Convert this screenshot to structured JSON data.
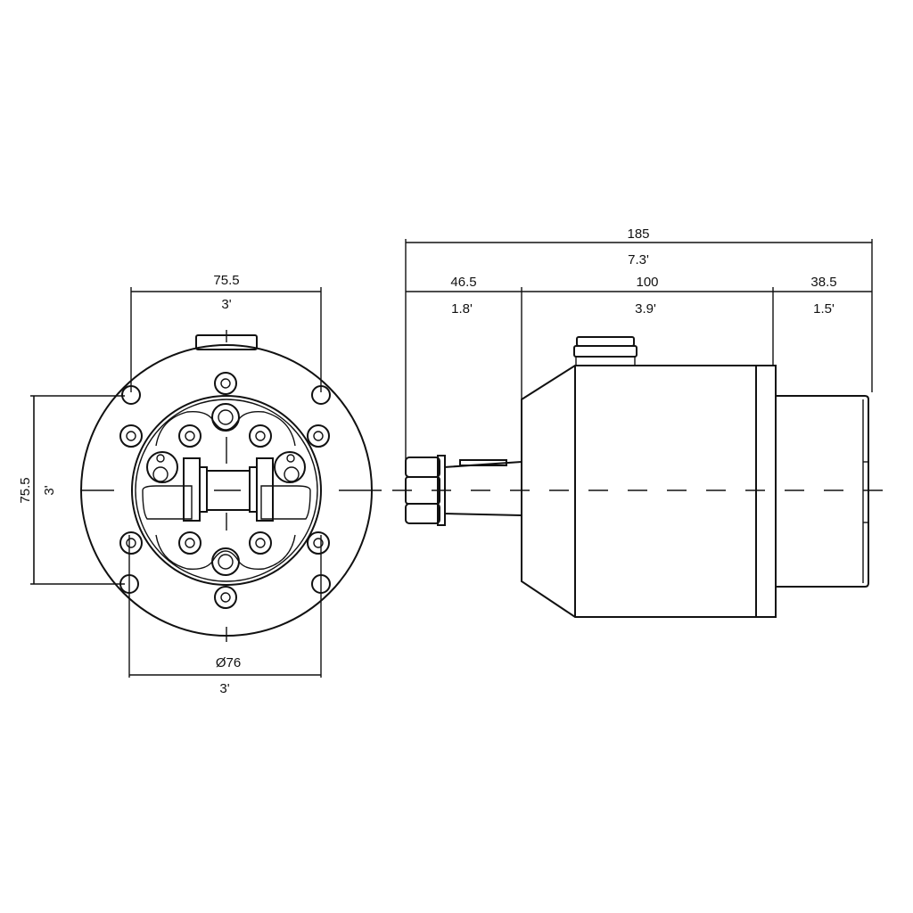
{
  "drawing": {
    "front_view": {
      "width_top": "75.5",
      "width_top_inch": "3'",
      "height_left": "75.5",
      "height_left_inch": "3'",
      "diameter_bottom": "Ø76",
      "diameter_bottom_inch": "3'"
    },
    "side_view": {
      "overall_length": "185",
      "overall_length_inch": "7.3'",
      "segments": [
        {
          "mm": "46.5",
          "inch": "1.8'"
        },
        {
          "mm": "100",
          "inch": "3.9'"
        },
        {
          "mm": "38.5",
          "inch": "1.5'"
        }
      ]
    }
  }
}
